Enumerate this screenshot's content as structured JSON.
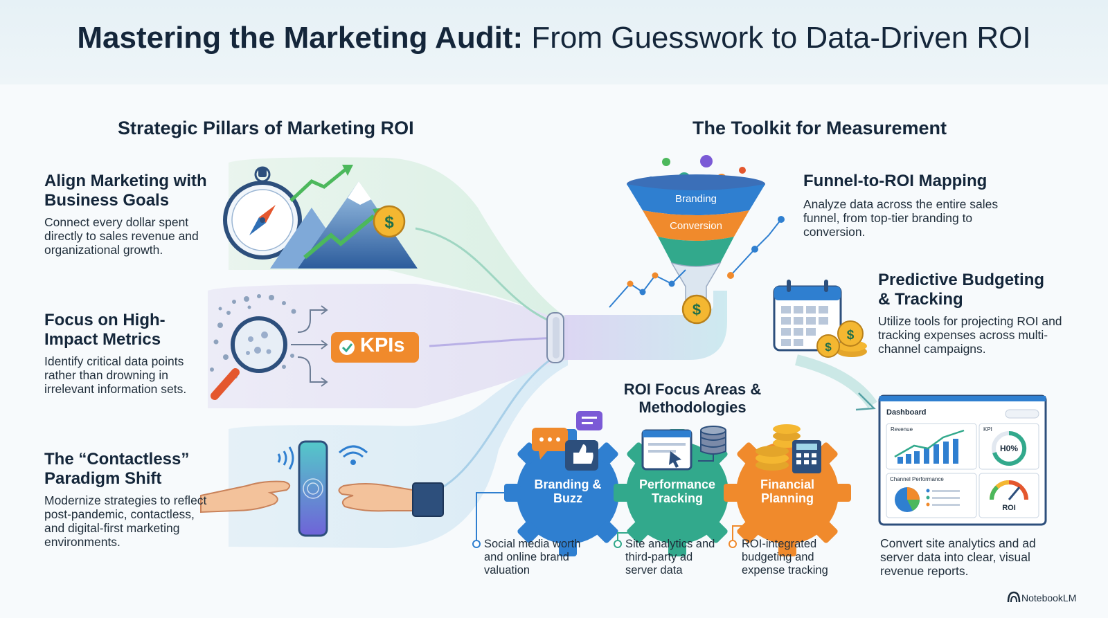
{
  "title": {
    "bold": "Mastering the Marketing Audit:",
    "light": "From Guesswork to Data-Driven ROI"
  },
  "left_section": {
    "heading": "Strategic Pillars of Marketing ROI",
    "pillars": [
      {
        "title": "Align Marketing with Business Goals",
        "body": "Connect every dollar spent directly to sales revenue and organizational growth."
      },
      {
        "title": "Focus on High-Impact Metrics",
        "body": "Identify critical data points rather than drowning in irrelevant information sets.",
        "badge": "KPIs"
      },
      {
        "title": "The “Contactless” Paradigm Shift",
        "body": "Modernize strategies to reflect post-pandemic, contactless, and digital-first marketing environments."
      }
    ]
  },
  "right_section": {
    "heading": "The Toolkit for Measurement",
    "funnel": {
      "title": "Funnel-to-ROI Mapping",
      "body": "Analyze data across the entire sales funnel, from top-tier branding to conversion.",
      "stages": [
        "Branding",
        "Conversion"
      ]
    },
    "budgeting": {
      "title": "Predictive Budgeting & Tracking",
      "body": "Utilize tools for projecting ROI and tracking expenses across multi-channel campaigns."
    },
    "focus_areas": {
      "title": "ROI Focus Areas & Methodologies",
      "gears": [
        {
          "label": "Branding & Buzz",
          "desc": "Social media worth and online brand valuation",
          "color": "#2f7fd0"
        },
        {
          "label": "Performance Tracking",
          "desc": "Site analytics and third-party ad server data",
          "color": "#32a98c"
        },
        {
          "label": "Financial Planning",
          "desc": "ROI-integrated budgeting and expense tracking",
          "color": "#f08a2c"
        }
      ]
    },
    "dashboard": {
      "window_title": "Dashboard",
      "revenue_label": "Revenue",
      "kpi_label": "KPI",
      "kpi_value": "H0%",
      "channel_label": "Channel Performance",
      "roi_label": "ROI",
      "body": "Convert site analytics and ad server data into clear, visual revenue reports."
    }
  },
  "brand": {
    "name": "NotebookLM"
  },
  "colors": {
    "navy": "#14263a",
    "blue": "#2f7fd0",
    "teal": "#32a98c",
    "orange": "#f08a2c",
    "green": "#4cb85c"
  },
  "icons": [
    "compass-icon",
    "mountain-icon",
    "dollar-coin-icon",
    "magnifier-icon",
    "check-badge-icon",
    "phone-icon",
    "hand-icon",
    "funnel-icon",
    "calendar-icon",
    "coins-icon",
    "gear-icon",
    "chat-icon",
    "like-icon",
    "browser-icon",
    "database-icon",
    "calculator-icon",
    "dashboard-icon",
    "notebook-logo-icon"
  ]
}
